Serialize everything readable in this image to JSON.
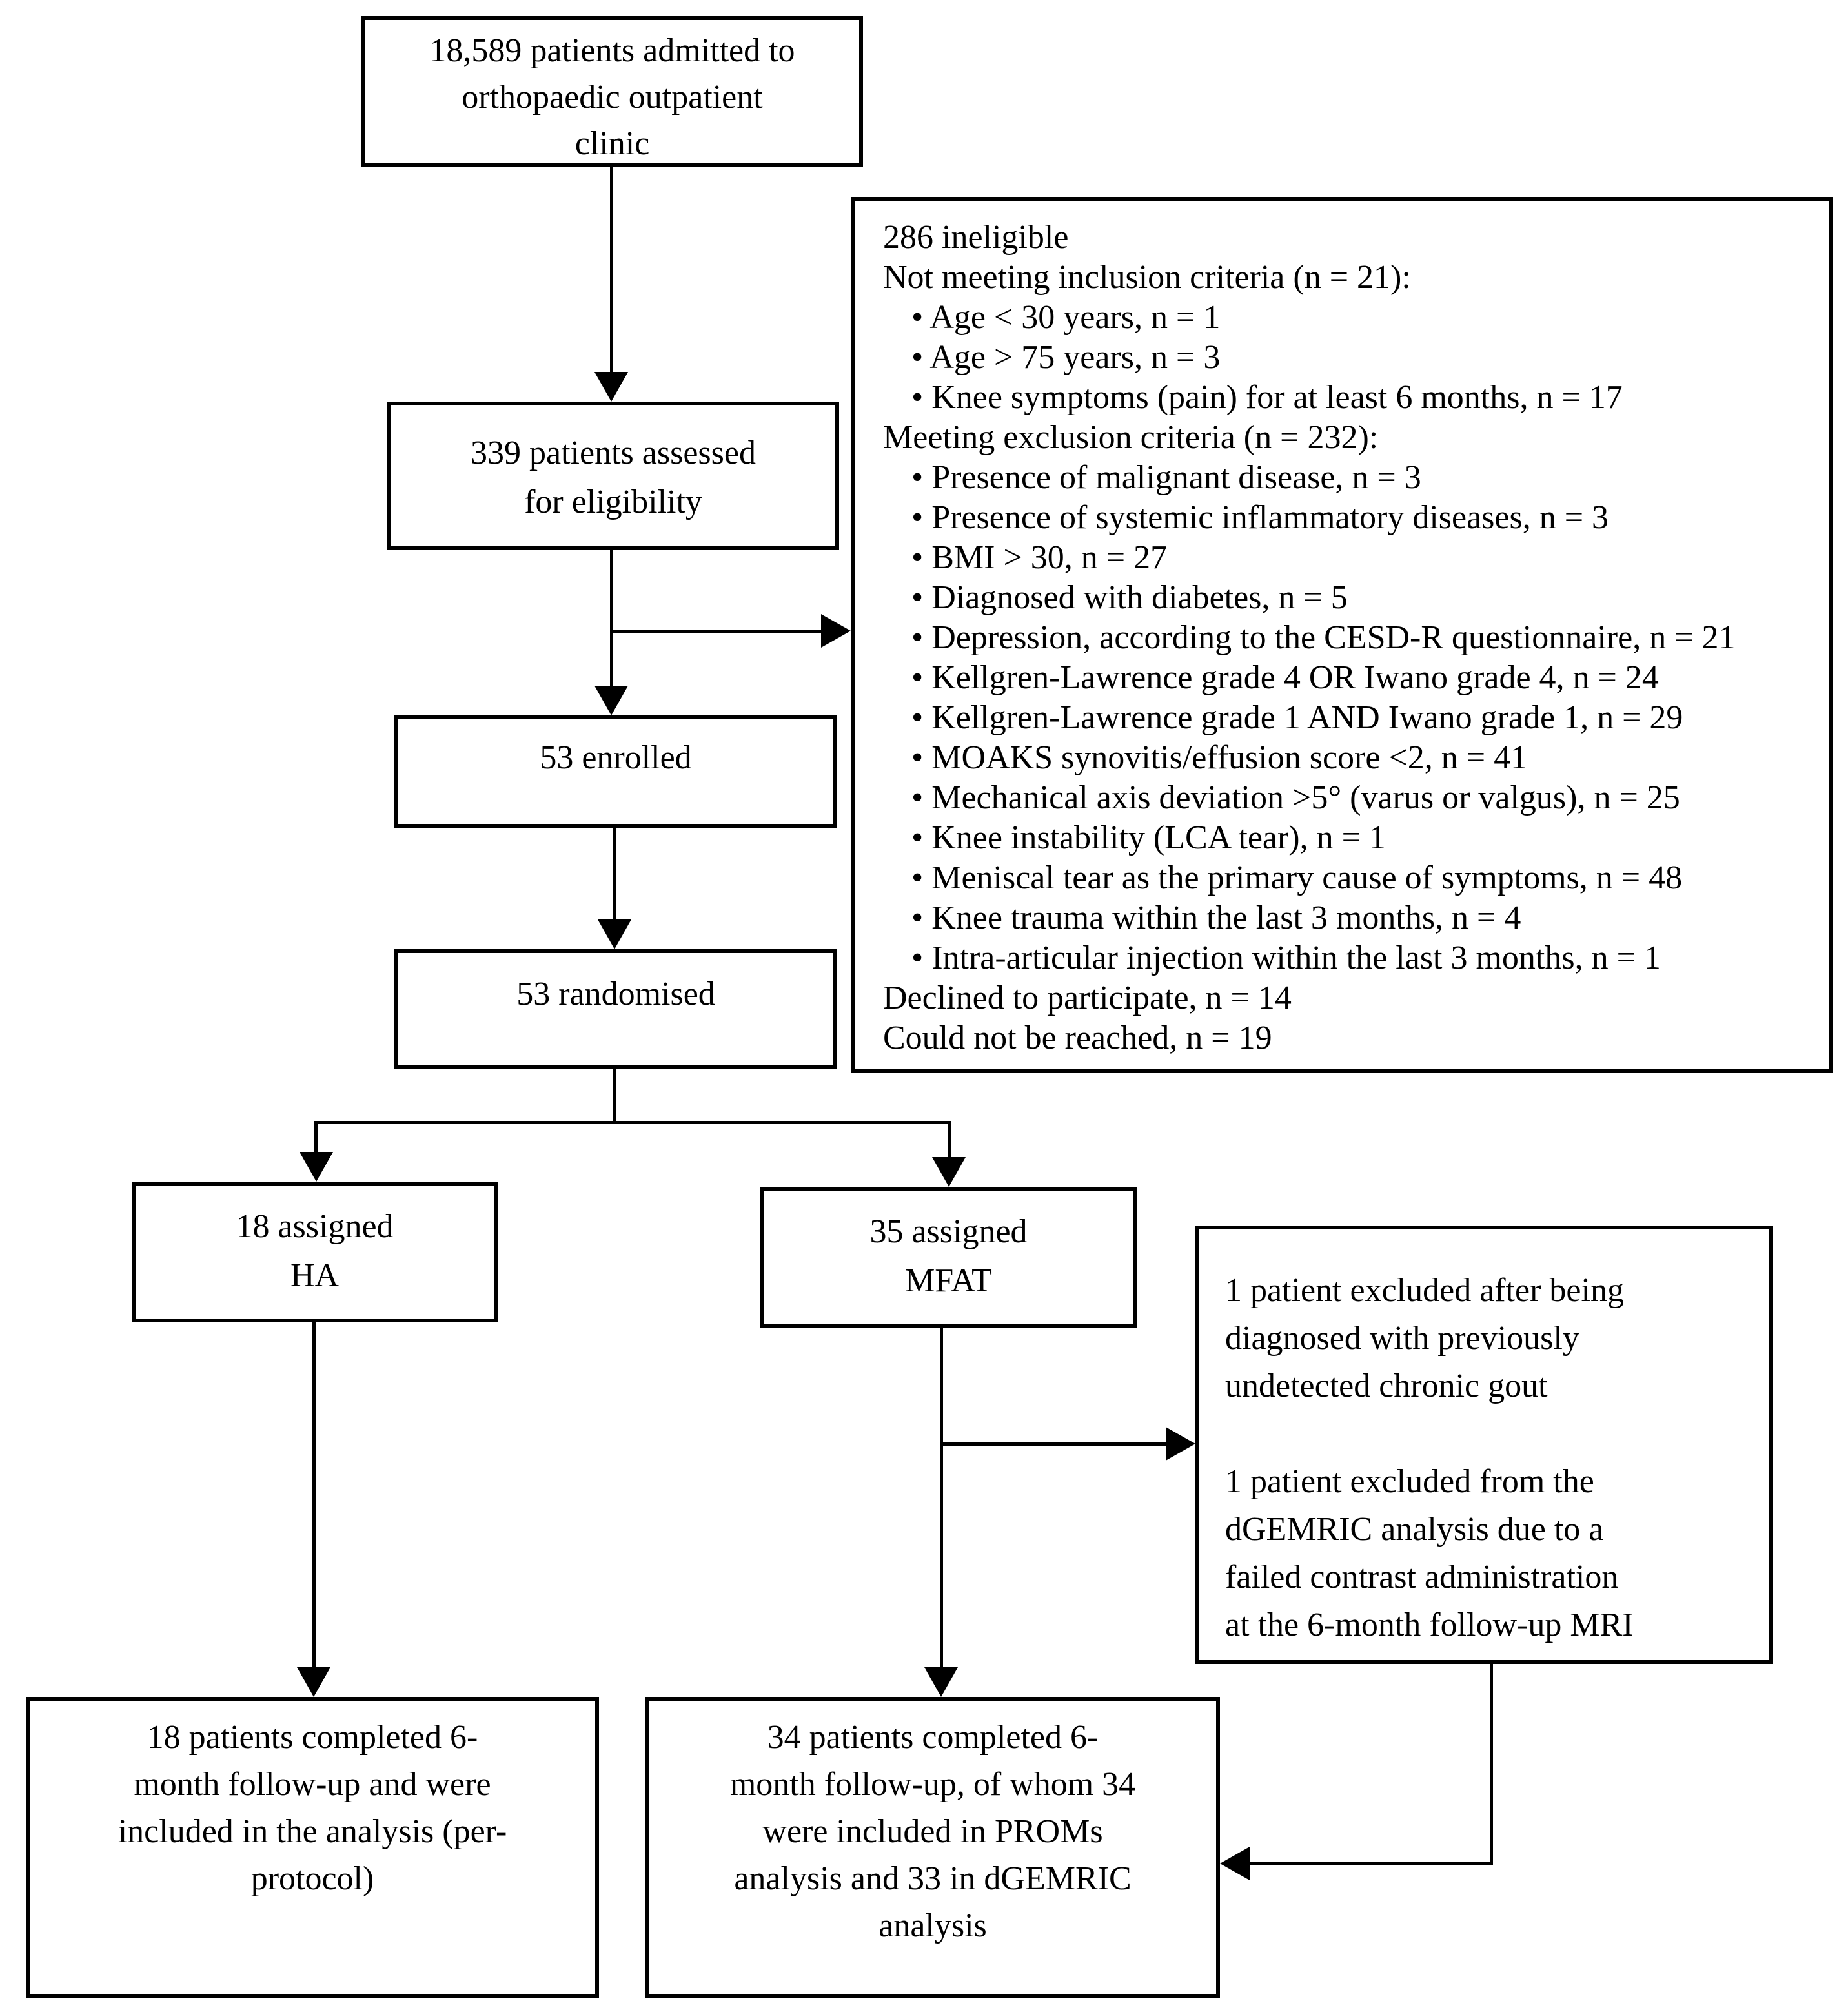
{
  "admitted": {
    "lines": [
      "18,589 patients admitted to",
      "orthopaedic outpatient",
      "clinic"
    ]
  },
  "assessed": {
    "lines": [
      "339 patients assessed",
      "for eligibility"
    ]
  },
  "ineligible": {
    "lines": [
      "286 ineligible",
      "Not meeting inclusion criteria (n = 21):",
      "• Age < 30 years, n = 1",
      "• Age > 75 years, n = 3",
      "• Knee symptoms (pain) for at least 6 months, n = 17",
      "Meeting exclusion criteria (n = 232):",
      "• Presence of malignant disease, n = 3",
      "• Presence of systemic inflammatory diseases, n = 3",
      "• BMI > 30, n = 27",
      "• Diagnosed with diabetes, n = 5",
      "• Depression, according to the CESD-R questionnaire, n = 21",
      "• Kellgren-Lawrence grade 4 OR Iwano grade 4, n = 24",
      "• Kellgren-Lawrence grade 1 AND Iwano grade 1, n = 29",
      "• MOAKS synovitis/effusion score <2, n = 41",
      "• Mechanical axis deviation >5° (varus or valgus), n = 25",
      "• Knee instability (LCA tear), n = 1",
      "• Meniscal tear as the primary cause of symptoms, n = 48",
      "• Knee trauma within the last 3 months, n = 4",
      "• Intra-articular injection within the last 3 months, n = 1",
      "Declined to participate, n = 14",
      "Could not be reached, n = 19"
    ]
  },
  "enrolled": {
    "label": "53 enrolled"
  },
  "randomised": {
    "label": "53 randomised"
  },
  "assigned_ha": {
    "lines": [
      "18 assigned",
      "HA"
    ]
  },
  "assigned_mfat": {
    "lines": [
      "35 assigned",
      "MFAT"
    ]
  },
  "excluded": {
    "para1": [
      "1 patient excluded after being",
      "diagnosed with previously",
      "undetected chronic gout"
    ],
    "para2": [
      "1 patient excluded from the",
      "dGEMRIC analysis due to a",
      "failed contrast administration",
      "at the 6-month follow-up MRI"
    ]
  },
  "completed_ha": {
    "lines": [
      "18 patients completed 6-",
      "month follow-up and were",
      "included in the analysis (per-",
      "protocol)"
    ]
  },
  "completed_mfat": {
    "lines": [
      "34 patients completed 6-",
      "month follow-up, of whom 34",
      "were included in PROMs",
      "analysis and 33 in dGEMRIC",
      "analysis"
    ]
  },
  "colors": {
    "line": "#000000",
    "background": "#ffffff"
  }
}
